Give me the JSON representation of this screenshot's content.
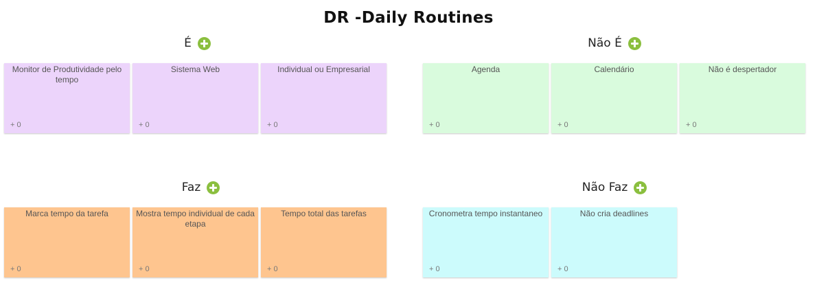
{
  "board": {
    "title": "DR -Daily Routines"
  },
  "quadrants": [
    {
      "title": "É",
      "color": "#ecd4fb",
      "cards": [
        {
          "text": "Monitor de Produtividade pelo tempo",
          "votes": "+ 0"
        },
        {
          "text": "Sistema Web",
          "votes": "+ 0"
        },
        {
          "text": "Individual ou Empresarial",
          "votes": "+ 0"
        }
      ]
    },
    {
      "title": "Não É",
      "color": "#d9fbdd",
      "cards": [
        {
          "text": "Agenda",
          "votes": "+ 0"
        },
        {
          "text": "Calendário",
          "votes": "+ 0"
        },
        {
          "text": "Não é despertador",
          "votes": "+ 0"
        }
      ]
    },
    {
      "title": "Faz",
      "color": "#fec58f",
      "cards": [
        {
          "text": "Marca tempo da tarefa",
          "votes": "+ 0"
        },
        {
          "text": "Mostra tempo individual de cada etapa",
          "votes": "+ 0"
        },
        {
          "text": "Tempo total das tarefas",
          "votes": "+ 0"
        }
      ]
    },
    {
      "title": "Não Faz",
      "color": "#ccfbfc",
      "cards": [
        {
          "text": "Cronometra tempo instantaneo",
          "votes": "+ 0"
        },
        {
          "text": "Não cria deadlines",
          "votes": "+ 0"
        }
      ]
    }
  ],
  "icons": {
    "add": "plus-circle-icon",
    "add_color": "#8bbf3f"
  }
}
